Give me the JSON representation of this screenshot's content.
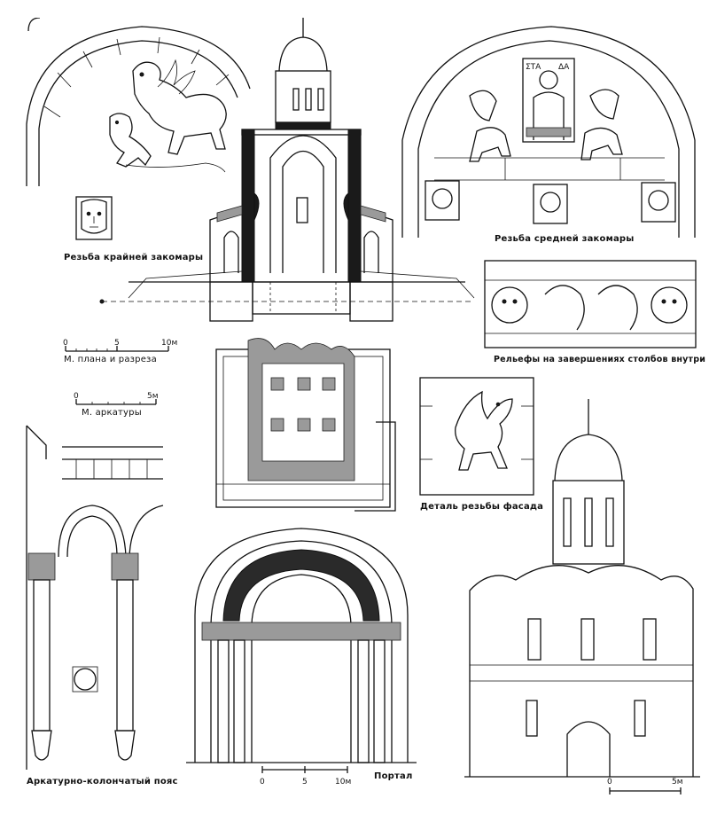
{
  "captions": {
    "outer_zakomara": "Резьба крайней закомары",
    "middle_zakomara": "Резьба средней закомары",
    "pillar_reliefs": "Рельефы на завершениях столбов внутри церкви",
    "facade_detail": "Деталь резьбы фасада",
    "arcade_belt": "Аркатурно-колончатый пояс",
    "portal": "Портал"
  },
  "scales": {
    "plan_section": {
      "label": "М. плана и разреза",
      "ticks": [
        "0",
        "5",
        "10м"
      ]
    },
    "arcade": {
      "label": "М. аркатуры",
      "ticks": [
        "0",
        "5м"
      ]
    },
    "portal": {
      "ticks": [
        "0",
        "5",
        "10м"
      ]
    },
    "facade": {
      "ticks": [
        "0",
        "5м"
      ]
    }
  },
  "relief_letters": {
    "left": "ΣΤΑ",
    "right": "ΔΑ"
  }
}
